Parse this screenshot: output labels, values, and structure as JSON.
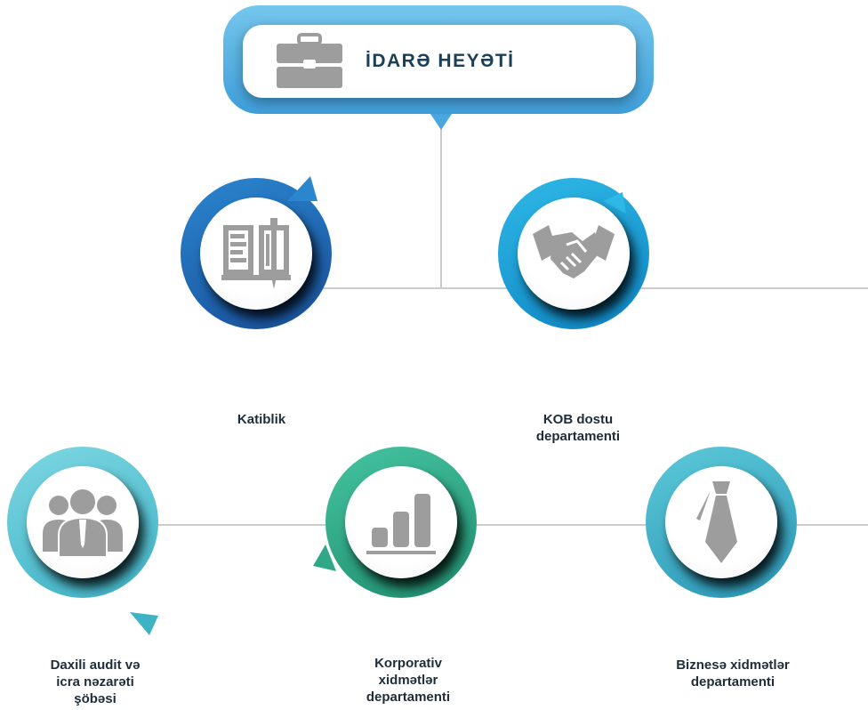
{
  "header": {
    "title": "İDARƏ HEYƏTİ",
    "icon": "briefcase-icon"
  },
  "nodes": [
    {
      "label": "Katiblik",
      "icon": "book-icon",
      "color": "#1e73be"
    },
    {
      "label": "KOB dostu departamenti",
      "icon": "handshake-icon",
      "color": "#12a7de"
    },
    {
      "label": "Daxili audit və icra nəzarəti şöbəsi",
      "icon": "team-icon",
      "color": "#5ec8d6"
    },
    {
      "label": "Korporativ xidmətlər departamenti",
      "icon": "bar-chart-icon",
      "color": "#2eb089"
    },
    {
      "label": "Biznesə xidmətlər departamenti",
      "icon": "tie-icon",
      "color": "#3cb7c9"
    }
  ],
  "colors": {
    "icon_gray": "#9d9d9d",
    "connector": "#cccccc",
    "text": "#1f2d3a"
  }
}
